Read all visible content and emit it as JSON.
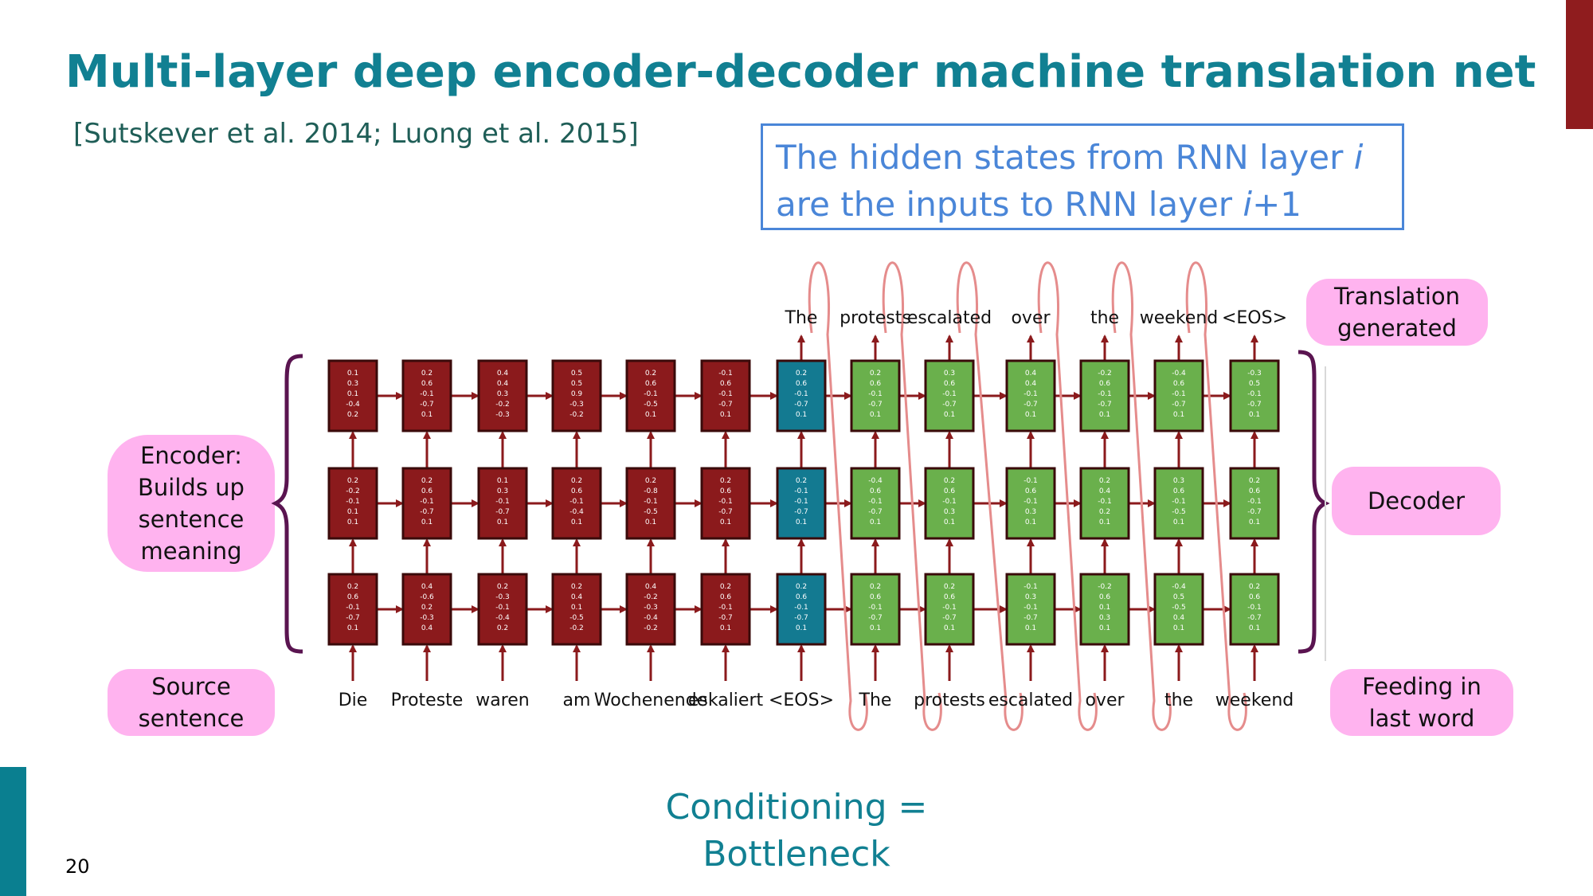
{
  "slide": {
    "title": "Multi-layer deep encoder-decoder machine translation net",
    "citation": "[Sutskever et al. 2014; Luong et al. 2015]",
    "callout_line1_a": "The hidden states from RNN layer ",
    "callout_line1_i": "i",
    "callout_line2_a": "are the inputs to RNN layer ",
    "callout_line2_i": "i",
    "callout_line2_b": "+1",
    "conditioning_line1": "Conditioning =",
    "conditioning_line2": "Bottleneck",
    "page_number": "20"
  },
  "labels": {
    "encoder": "Encoder: Builds up sentence meaning",
    "source": "Source sentence",
    "translation": "Translation generated",
    "decoder": "Decoder",
    "feeding": "Feeding in last word"
  },
  "source_words": [
    "Die",
    "Proteste",
    "waren",
    "am",
    "Wochenende",
    "eskaliert",
    "<EOS>",
    "The",
    "protests",
    "escalated",
    "over",
    "the",
    "weekend"
  ],
  "output_words": [
    "The",
    "protests",
    "escalated",
    "over",
    "the",
    "weekend",
    "<EOS>"
  ],
  "columns": [
    {
      "role": "encoder",
      "cells": [
        [
          "0.1",
          "0.3",
          "0.1",
          "-0.4",
          "0.2"
        ],
        [
          "0.2",
          "-0.2",
          "-0.1",
          "0.1",
          "0.1"
        ],
        [
          "0.2",
          "0.6",
          "-0.1",
          "-0.7",
          "0.1"
        ]
      ]
    },
    {
      "role": "encoder",
      "cells": [
        [
          "0.2",
          "0.6",
          "-0.1",
          "-0.7",
          "0.1"
        ],
        [
          "0.2",
          "0.6",
          "-0.1",
          "-0.7",
          "0.1"
        ],
        [
          "0.4",
          "-0.6",
          "0.2",
          "-0.3",
          "0.4"
        ]
      ]
    },
    {
      "role": "encoder",
      "cells": [
        [
          "0.4",
          "0.4",
          "0.3",
          "-0.2",
          "-0.3"
        ],
        [
          "0.1",
          "0.3",
          "-0.1",
          "-0.7",
          "0.1"
        ],
        [
          "0.2",
          "-0.3",
          "-0.1",
          "-0.4",
          "0.2"
        ]
      ]
    },
    {
      "role": "encoder",
      "cells": [
        [
          "0.5",
          "0.5",
          "0.9",
          "-0.3",
          "-0.2"
        ],
        [
          "0.2",
          "0.6",
          "-0.1",
          "-0.4",
          "0.1"
        ],
        [
          "0.2",
          "0.4",
          "0.1",
          "-0.5",
          "-0.2"
        ]
      ]
    },
    {
      "role": "encoder",
      "cells": [
        [
          "0.2",
          "0.6",
          "-0.1",
          "-0.5",
          "0.1"
        ],
        [
          "0.2",
          "-0.8",
          "-0.1",
          "-0.5",
          "0.1"
        ],
        [
          "0.4",
          "-0.2",
          "-0.3",
          "-0.4",
          "-0.2"
        ]
      ]
    },
    {
      "role": "encoder",
      "cells": [
        [
          "-0.1",
          "0.6",
          "-0.1",
          "-0.7",
          "0.1"
        ],
        [
          "0.2",
          "0.6",
          "-0.1",
          "-0.7",
          "0.1"
        ],
        [
          "0.2",
          "0.6",
          "-0.1",
          "-0.7",
          "0.1"
        ]
      ]
    },
    {
      "role": "bottleneck",
      "cells": [
        [
          "0.2",
          "0.6",
          "-0.1",
          "-0.7",
          "0.1"
        ],
        [
          "0.2",
          "-0.1",
          "-0.1",
          "-0.7",
          "0.1"
        ],
        [
          "0.2",
          "0.6",
          "-0.1",
          "-0.7",
          "0.1"
        ]
      ]
    },
    {
      "role": "decoder",
      "cells": [
        [
          "0.2",
          "0.6",
          "-0.1",
          "-0.7",
          "0.1"
        ],
        [
          "-0.4",
          "0.6",
          "-0.1",
          "-0.7",
          "0.1"
        ],
        [
          "0.2",
          "0.6",
          "-0.1",
          "-0.7",
          "0.1"
        ]
      ]
    },
    {
      "role": "decoder",
      "cells": [
        [
          "0.3",
          "0.6",
          "-0.1",
          "-0.7",
          "0.1"
        ],
        [
          "0.2",
          "0.6",
          "-0.1",
          "0.3",
          "0.1"
        ],
        [
          "0.2",
          "0.6",
          "-0.1",
          "-0.7",
          "0.1"
        ]
      ]
    },
    {
      "role": "decoder",
      "cells": [
        [
          "0.4",
          "0.4",
          "-0.1",
          "-0.7",
          "0.1"
        ],
        [
          "-0.1",
          "0.6",
          "-0.1",
          "0.3",
          "0.1"
        ],
        [
          "-0.1",
          "0.3",
          "-0.1",
          "-0.7",
          "0.1"
        ]
      ]
    },
    {
      "role": "decoder",
      "cells": [
        [
          "-0.2",
          "0.6",
          "-0.1",
          "-0.7",
          "0.1"
        ],
        [
          "0.2",
          "0.4",
          "-0.1",
          "0.2",
          "0.1"
        ],
        [
          "-0.2",
          "0.6",
          "0.1",
          "0.3",
          "0.1"
        ]
      ]
    },
    {
      "role": "decoder",
      "cells": [
        [
          "-0.4",
          "0.6",
          "-0.1",
          "-0.7",
          "0.1"
        ],
        [
          "0.3",
          "0.6",
          "-0.1",
          "-0.5",
          "0.1"
        ],
        [
          "-0.4",
          "0.5",
          "-0.5",
          "0.4",
          "0.1"
        ]
      ]
    },
    {
      "role": "decoder",
      "cells": [
        [
          "-0.3",
          "0.5",
          "-0.1",
          "-0.7",
          "0.1"
        ],
        [
          "0.2",
          "0.6",
          "-0.1",
          "-0.7",
          "0.1"
        ],
        [
          "0.2",
          "0.6",
          "-0.1",
          "-0.7",
          "0.1"
        ]
      ]
    }
  ],
  "colors": {
    "title": "#118092",
    "encoder_cell": "#8b1a1c",
    "bottleneck_cell": "#137a91",
    "decoder_cell": "#6ab04c",
    "arrow": "#8b1a1c",
    "feedback_loop": "#e58c8c",
    "bracket": "#5a1450",
    "pill": "#ffb3ef",
    "callout_border": "#4a86d8"
  }
}
